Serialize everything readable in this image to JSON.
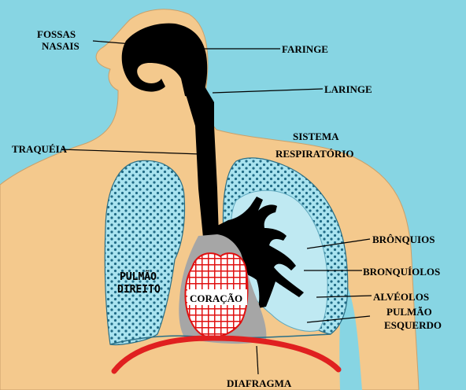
{
  "colors": {
    "background": "#87d5e3",
    "skin": "#f4c98d",
    "airway": "#000000",
    "lung_right_fill": "#a9e3ef",
    "lung_dots": "#2a6f86",
    "lung_left_fill": "#bfe9f2",
    "mediastinum": "#a6a6a6",
    "heart_red": "#e01010",
    "diaphragm": "#e02020"
  },
  "labels": {
    "fossas_nasais_1": "FOSSAS",
    "fossas_nasais_2": "NASAIS",
    "faringe": "FARINGE",
    "laringe": "LARINGE",
    "traqueia": "TRAQUÉIA",
    "sistema_1": "SISTEMA",
    "sistema_2": "RESPIRATÓRIO",
    "bronquios": "BRÔNQUIOS",
    "bronquiolos": "BRONQUÍOLOS",
    "pulmao_direito_1": "PULMÃO",
    "pulmao_direito_2": "DIREITO",
    "coracao": "CORAÇÃO",
    "alveolos": "ALVÉOLOS",
    "pulmao_esquerdo_1": "PULMÃO",
    "pulmao_esquerdo_2": "ESQUERDO",
    "diafragma": "DIAFRAGMA"
  }
}
